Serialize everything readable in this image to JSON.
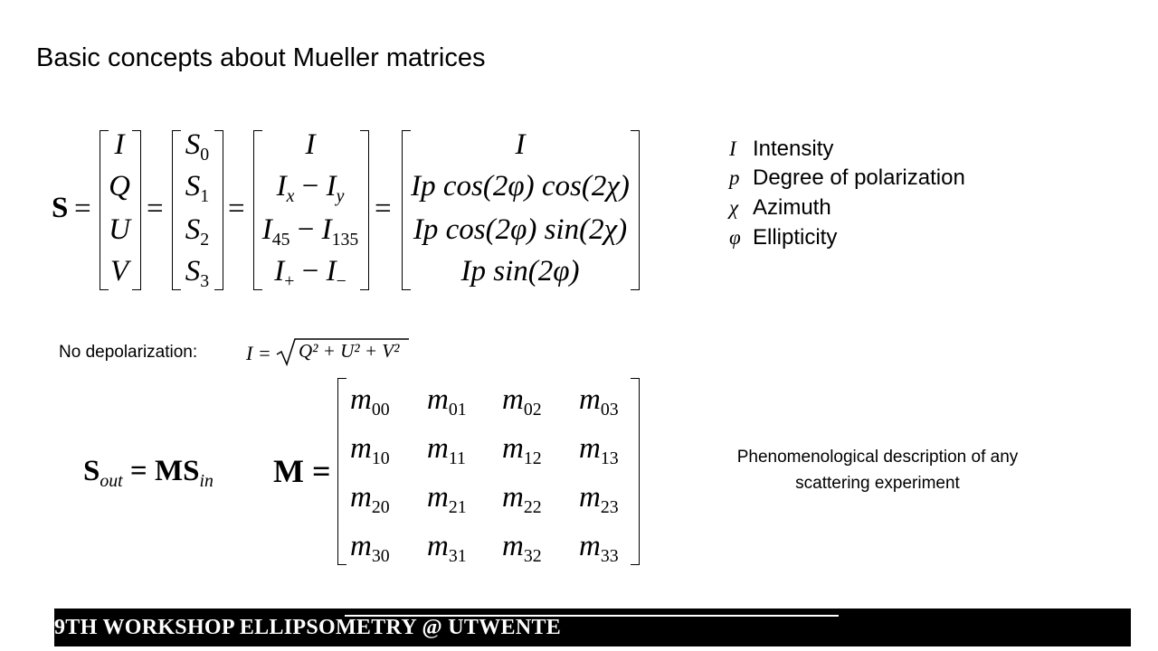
{
  "slide": {
    "title": "Basic concepts about Mueller matrices"
  },
  "stokes_equation": {
    "lhs": "S",
    "equals": "=",
    "vector_iquv": [
      "I",
      "Q",
      "U",
      "V"
    ],
    "vector_s": [
      {
        "base": "S",
        "sub": "0"
      },
      {
        "base": "S",
        "sub": "1"
      },
      {
        "base": "S",
        "sub": "2"
      },
      {
        "base": "S",
        "sub": "3"
      }
    ],
    "vector_intensities": [
      {
        "text": "I"
      },
      {
        "a": "I",
        "a_sub": "x",
        "op": " − ",
        "b": "I",
        "b_sub": "y"
      },
      {
        "a": "I",
        "a_sub": "45",
        "op": " − ",
        "b": "I",
        "b_sub": "135"
      },
      {
        "a": "I",
        "a_sub": "+",
        "op": " − ",
        "b": "I",
        "b_sub": "−"
      }
    ],
    "vector_params": [
      "I",
      "Ip cos(2φ) cos(2χ)",
      "Ip cos(2φ) sin(2χ)",
      "Ip sin(2φ)"
    ]
  },
  "legend": [
    {
      "symbol": "I",
      "label": "Intensity"
    },
    {
      "symbol": "p",
      "label": "Degree of polarization"
    },
    {
      "symbol": "χ",
      "label": "Azimuth"
    },
    {
      "symbol": "φ",
      "label": "Ellipticity"
    }
  ],
  "depolarization": {
    "label": "No depolarization:",
    "formula_lhs": "I =",
    "formula_radicand": "Q² + U² + V²"
  },
  "mueller_relation": {
    "s_out": "S",
    "s_out_sub": "out",
    "equals_ms": "= MS",
    "s_in_sub": "in"
  },
  "mueller_matrix": {
    "lhs": "M =",
    "rows": [
      [
        "00",
        "01",
        "02",
        "03"
      ],
      [
        "10",
        "11",
        "12",
        "13"
      ],
      [
        "20",
        "21",
        "22",
        "23"
      ],
      [
        "30",
        "31",
        "32",
        "33"
      ]
    ],
    "element": "m"
  },
  "description": {
    "line1": "Phenomenological description of any",
    "line2": "scattering experiment"
  },
  "footer": {
    "text": "9TH WORKSHOP ELLIPSOMETRY @ UTWENTE"
  }
}
